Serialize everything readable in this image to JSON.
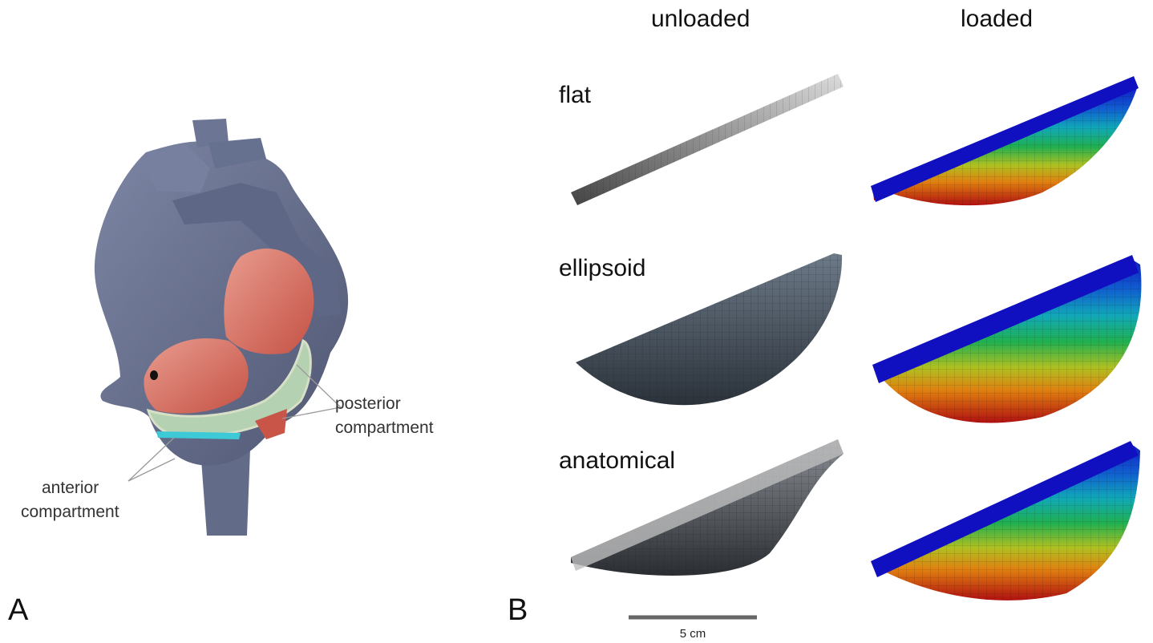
{
  "panel_a": {
    "letter": "A",
    "labels": {
      "posterior_line1": "posterior",
      "posterior_line2": "compartment",
      "anterior_line1": "anterior",
      "anterior_line2": "compartment"
    }
  },
  "panel_b": {
    "letter": "B",
    "columns": [
      "unloaded",
      "loaded"
    ],
    "rows": [
      "flat",
      "ellipsoid",
      "anatomical"
    ],
    "scale_bar": "5 cm"
  },
  "colors": {
    "bone": "#6e7795",
    "muscle": "#d9776a",
    "membrane": "#b4d1b2",
    "cyan_strip": "#3ec9d6",
    "mesh_gray": "#4b5663",
    "fe_blue": "#1010c0",
    "fe_red": "#b01010"
  }
}
